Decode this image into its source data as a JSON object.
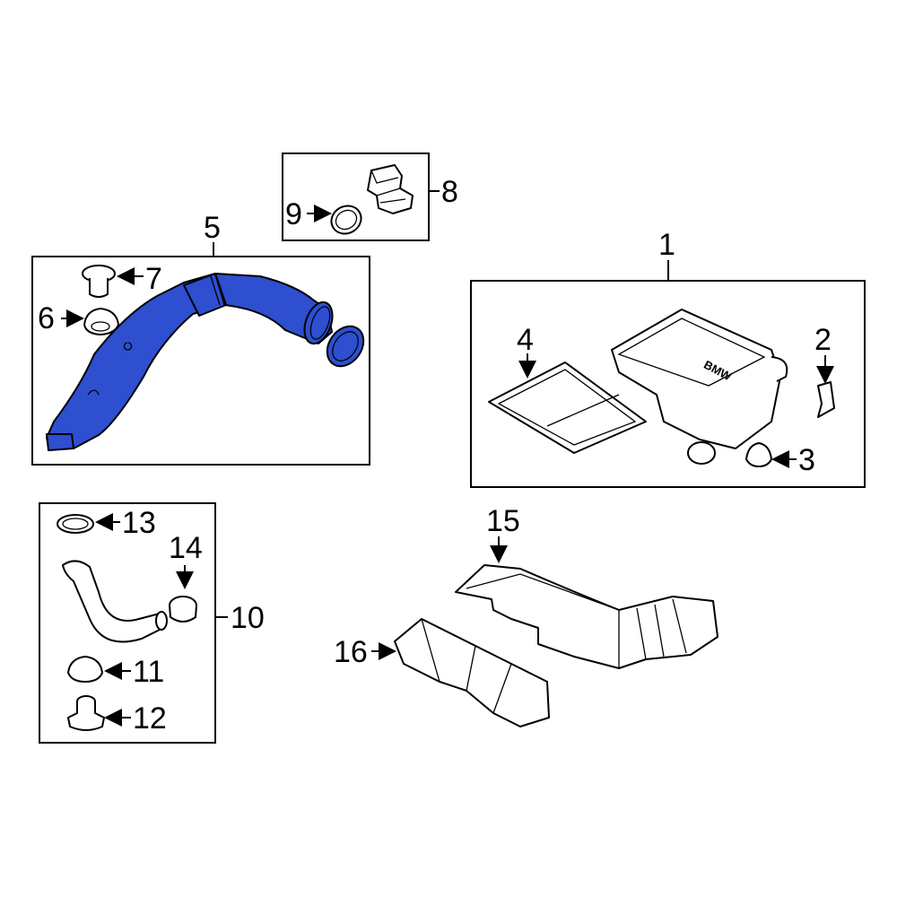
{
  "callouts": {
    "c1": "1",
    "c2": "2",
    "c3": "3",
    "c4": "4",
    "c5": "5",
    "c6": "6",
    "c7": "7",
    "c8": "8",
    "c9": "9",
    "c10": "10",
    "c11": "11",
    "c12": "12",
    "c13": "13",
    "c14": "14",
    "c15": "15",
    "c16": "16"
  },
  "logo_text": "BMW",
  "highlight_color": "#2d4fd0"
}
